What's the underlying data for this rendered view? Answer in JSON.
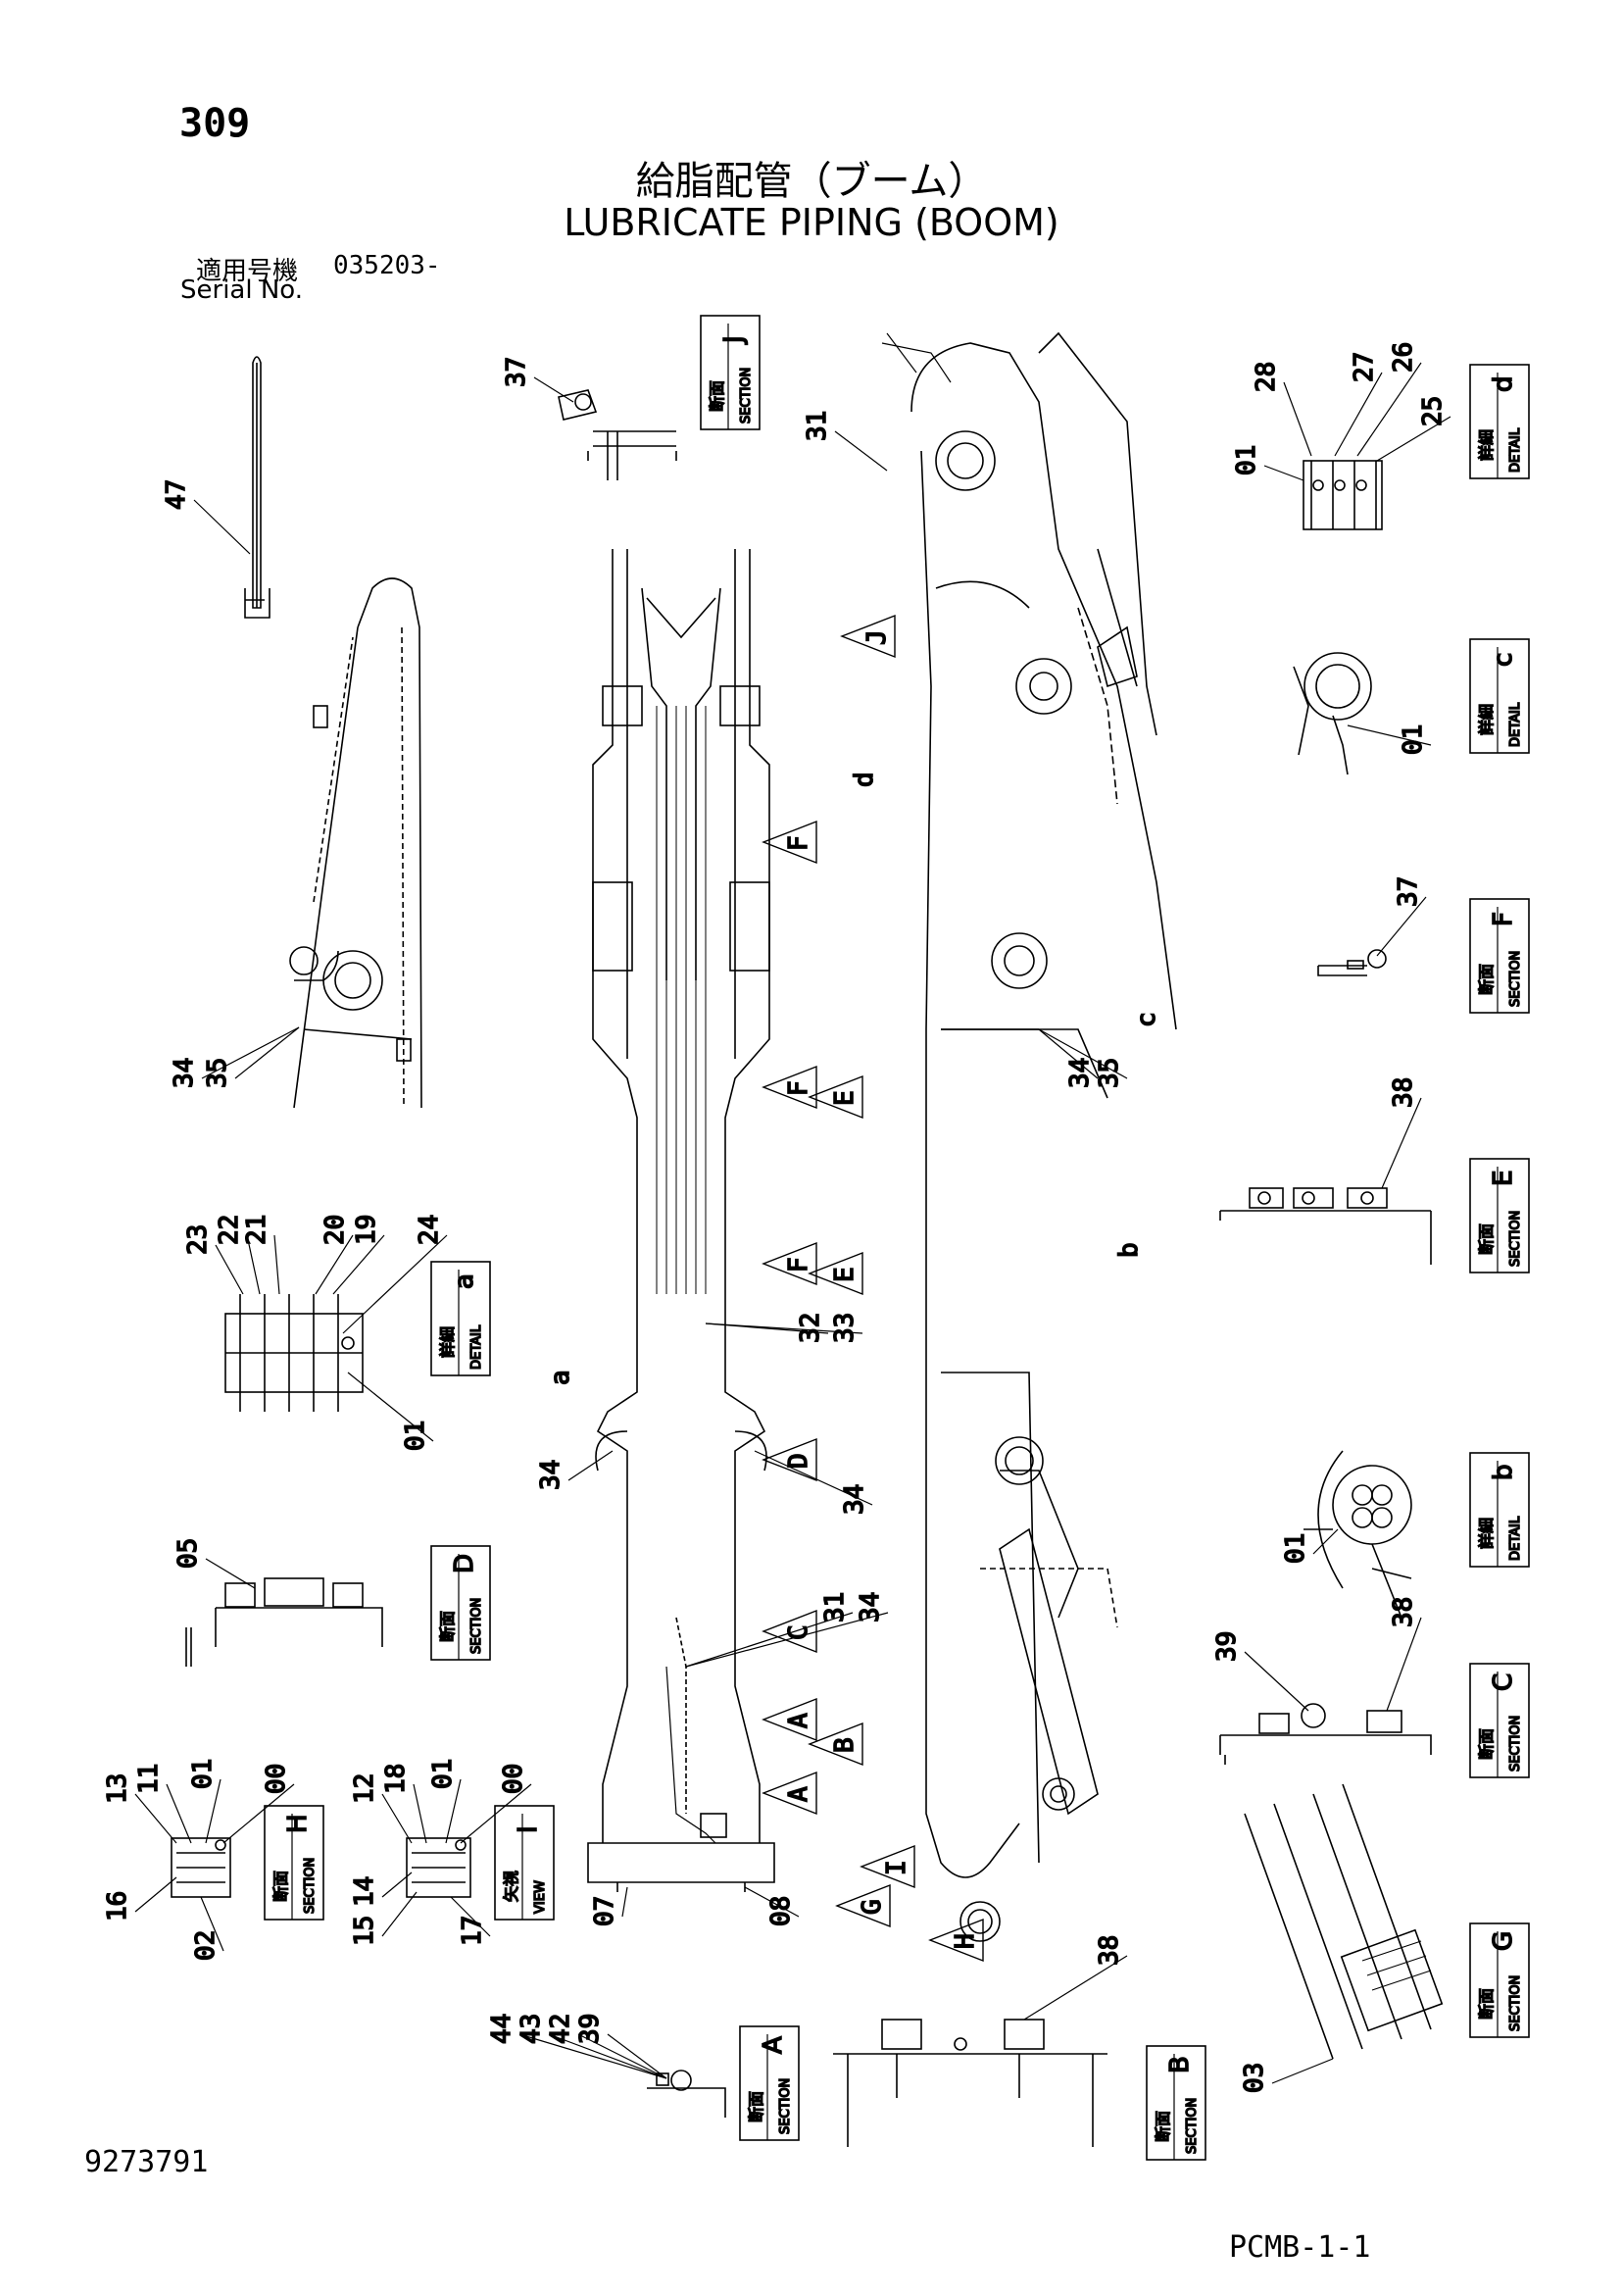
{
  "page_number": "309",
  "title_jp": "給脂配管（ブーム）",
  "title_en": "LUBRICATE PIPING (BOOM)",
  "serial": {
    "label_jp": "適用号機",
    "label_en": "Serial No.",
    "range": "035203-"
  },
  "document_number": "9273791",
  "sheet_code": "PCMB-1-1",
  "section_boxes": [
    {
      "id": "J",
      "kind_jp": "断面",
      "kind_en": "SECTION"
    },
    {
      "id": "d",
      "kind_jp": "詳細",
      "kind_en": "DETAIL"
    },
    {
      "id": "c",
      "kind_jp": "詳細",
      "kind_en": "DETAIL"
    },
    {
      "id": "F",
      "kind_jp": "断面",
      "kind_en": "SECTION"
    },
    {
      "id": "E",
      "kind_jp": "断面",
      "kind_en": "SECTION"
    },
    {
      "id": "a",
      "kind_jp": "詳細",
      "kind_en": "DETAIL"
    },
    {
      "id": "b",
      "kind_jp": "詳細",
      "kind_en": "DETAIL"
    },
    {
      "id": "D",
      "kind_jp": "断面",
      "kind_en": "SECTION"
    },
    {
      "id": "C",
      "kind_jp": "断面",
      "kind_en": "SECTION"
    },
    {
      "id": "H",
      "kind_jp": "断面",
      "kind_en": "SECTION"
    },
    {
      "id": "I",
      "kind_jp": "矢視",
      "kind_en": "VIEW"
    },
    {
      "id": "G",
      "kind_jp": "断面",
      "kind_en": "SECTION"
    },
    {
      "id": "A",
      "kind_jp": "断面",
      "kind_en": "SECTION"
    },
    {
      "id": "B",
      "kind_jp": "断面",
      "kind_en": "SECTION"
    }
  ],
  "part_labels": [
    "47",
    "37",
    "31",
    "34",
    "35",
    "23",
    "22",
    "21",
    "20",
    "19",
    "24",
    "01",
    "05",
    "13",
    "11",
    "00",
    "16",
    "02",
    "12",
    "18",
    "14",
    "15",
    "17",
    "07",
    "08",
    "44",
    "43",
    "42",
    "39",
    "38",
    "32",
    "33",
    "28",
    "27",
    "26",
    "25",
    "03"
  ],
  "view_markers": [
    "a",
    "b",
    "c",
    "d",
    "J",
    "F",
    "E",
    "D",
    "C",
    "A",
    "B",
    "I",
    "G",
    "H"
  ]
}
